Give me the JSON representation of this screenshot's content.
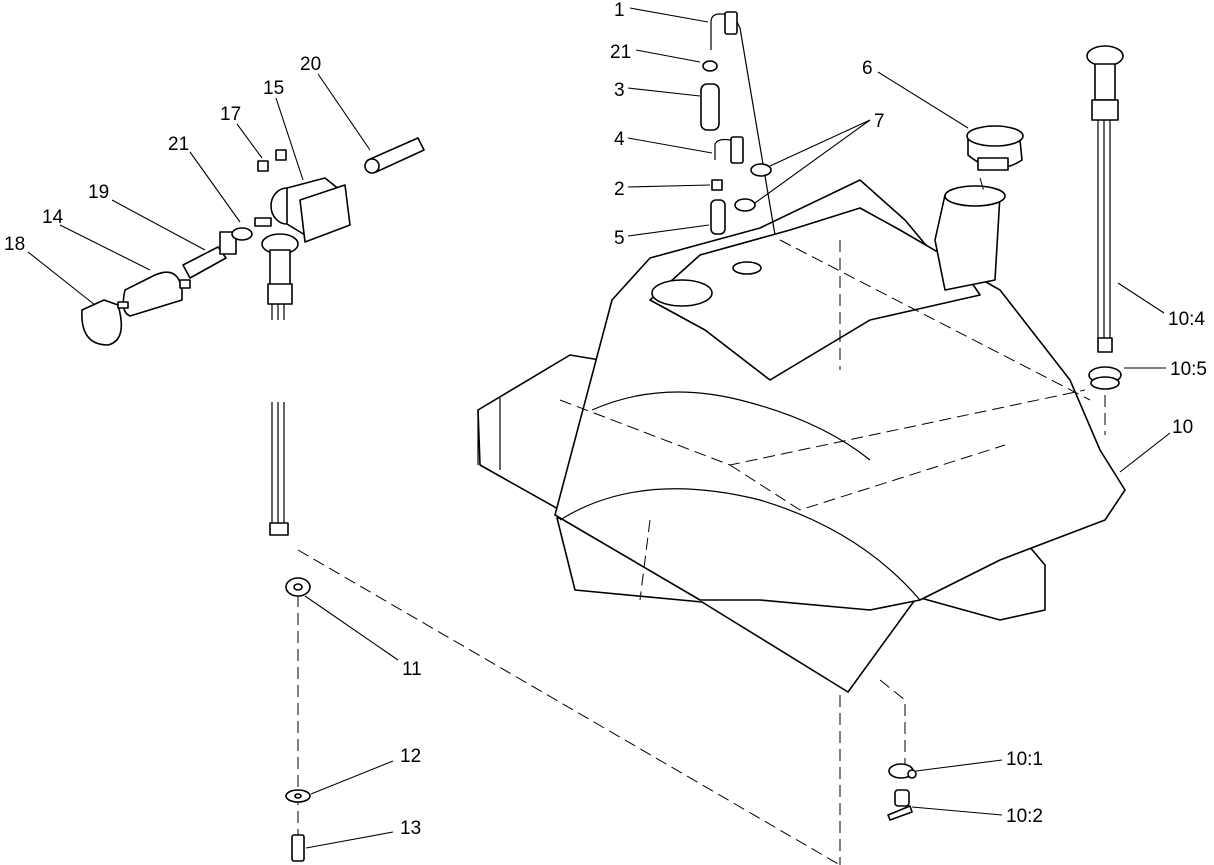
{
  "callouts": {
    "c1": "1",
    "c21a": "21",
    "c3": "3",
    "c4": "4",
    "c2": "2",
    "c5": "5",
    "c6": "6",
    "c7": "7",
    "c10_4": "10:4",
    "c10_5": "10:5",
    "c10": "10",
    "c20": "20",
    "c15": "15",
    "c17": "17",
    "c21b": "21",
    "c19": "19",
    "c14": "14",
    "c18": "18",
    "c11": "11",
    "c12": "12",
    "c13": "13",
    "c10_1": "10:1",
    "c10_2": "10:2"
  },
  "colors": {
    "line": "#000000",
    "background": "#ffffff"
  }
}
